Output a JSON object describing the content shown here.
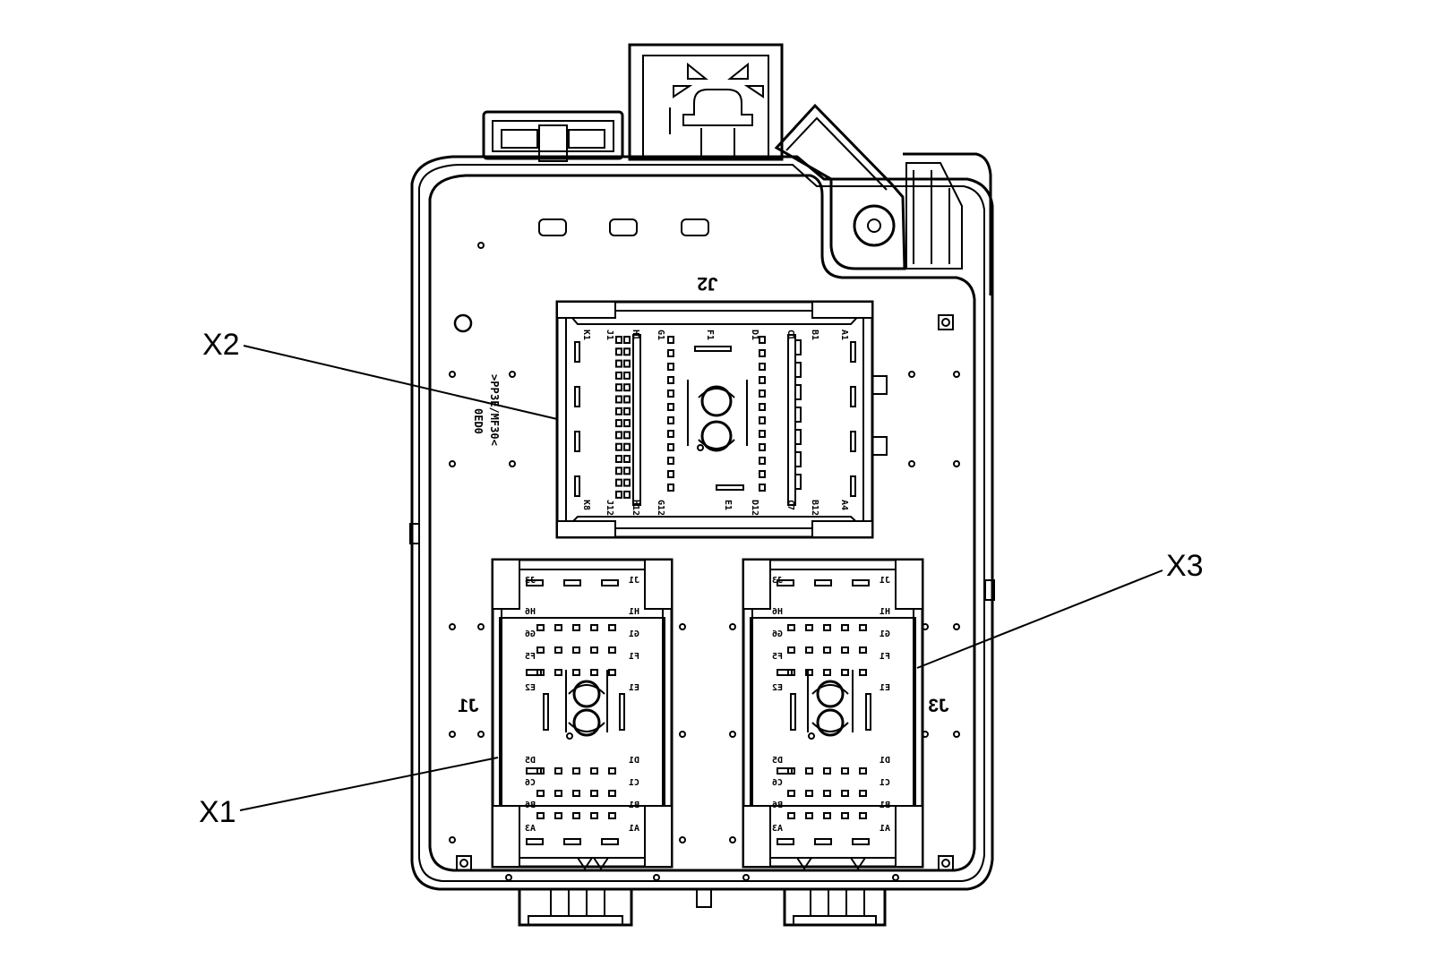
{
  "callouts": {
    "x1": "X1",
    "x2": "X2",
    "x3": "X3"
  },
  "connector_labels": {
    "j1": "J1",
    "j2": "J2",
    "j3": "J3"
  },
  "material_marking": {
    "line1": ">PP",
    "line2": "3E/MF30<",
    "line3": "0ED0"
  },
  "x2_pin_labels": {
    "top": [
      "K1",
      "J1",
      "H1",
      "G1",
      "F1",
      "D1",
      "C1",
      "B1",
      "A1"
    ],
    "bottom": [
      "K8",
      "J12",
      "H12",
      "G12",
      "E1",
      "D12",
      "C7",
      "B12",
      "A4"
    ]
  },
  "x1_pin_labels": {
    "left": [
      "J3",
      "H6",
      "G6",
      "F5",
      "E2",
      "D5",
      "C6",
      "B6",
      "A3"
    ],
    "right": [
      "J1",
      "H1",
      "G1",
      "F1",
      "E1",
      "D1",
      "C1",
      "B1",
      "A1"
    ]
  },
  "x3_pin_labels": {
    "left": [
      "J3",
      "H6",
      "G6",
      "F5",
      "E2",
      "D5",
      "C6",
      "B6",
      "A3"
    ],
    "right": [
      "J1",
      "H1",
      "G1",
      "F1",
      "E1",
      "D1",
      "C1",
      "B1",
      "A1"
    ]
  }
}
